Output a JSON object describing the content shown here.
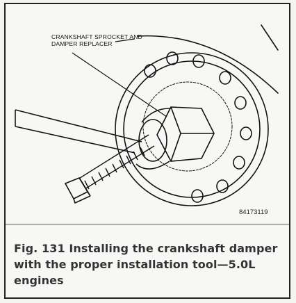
{
  "figure": {
    "callout_line1": "CRANKSHAFT SPROCKET AND",
    "callout_line2": "DAMPER REPLACER",
    "part_number": "84173119",
    "caption": "Fig. 131 Installing the crankshaft damper with the proper installation tool—5.0L engines"
  },
  "colors": {
    "ink": "#111111",
    "paper": "#f7f7f5",
    "caption_text": "#333333"
  }
}
